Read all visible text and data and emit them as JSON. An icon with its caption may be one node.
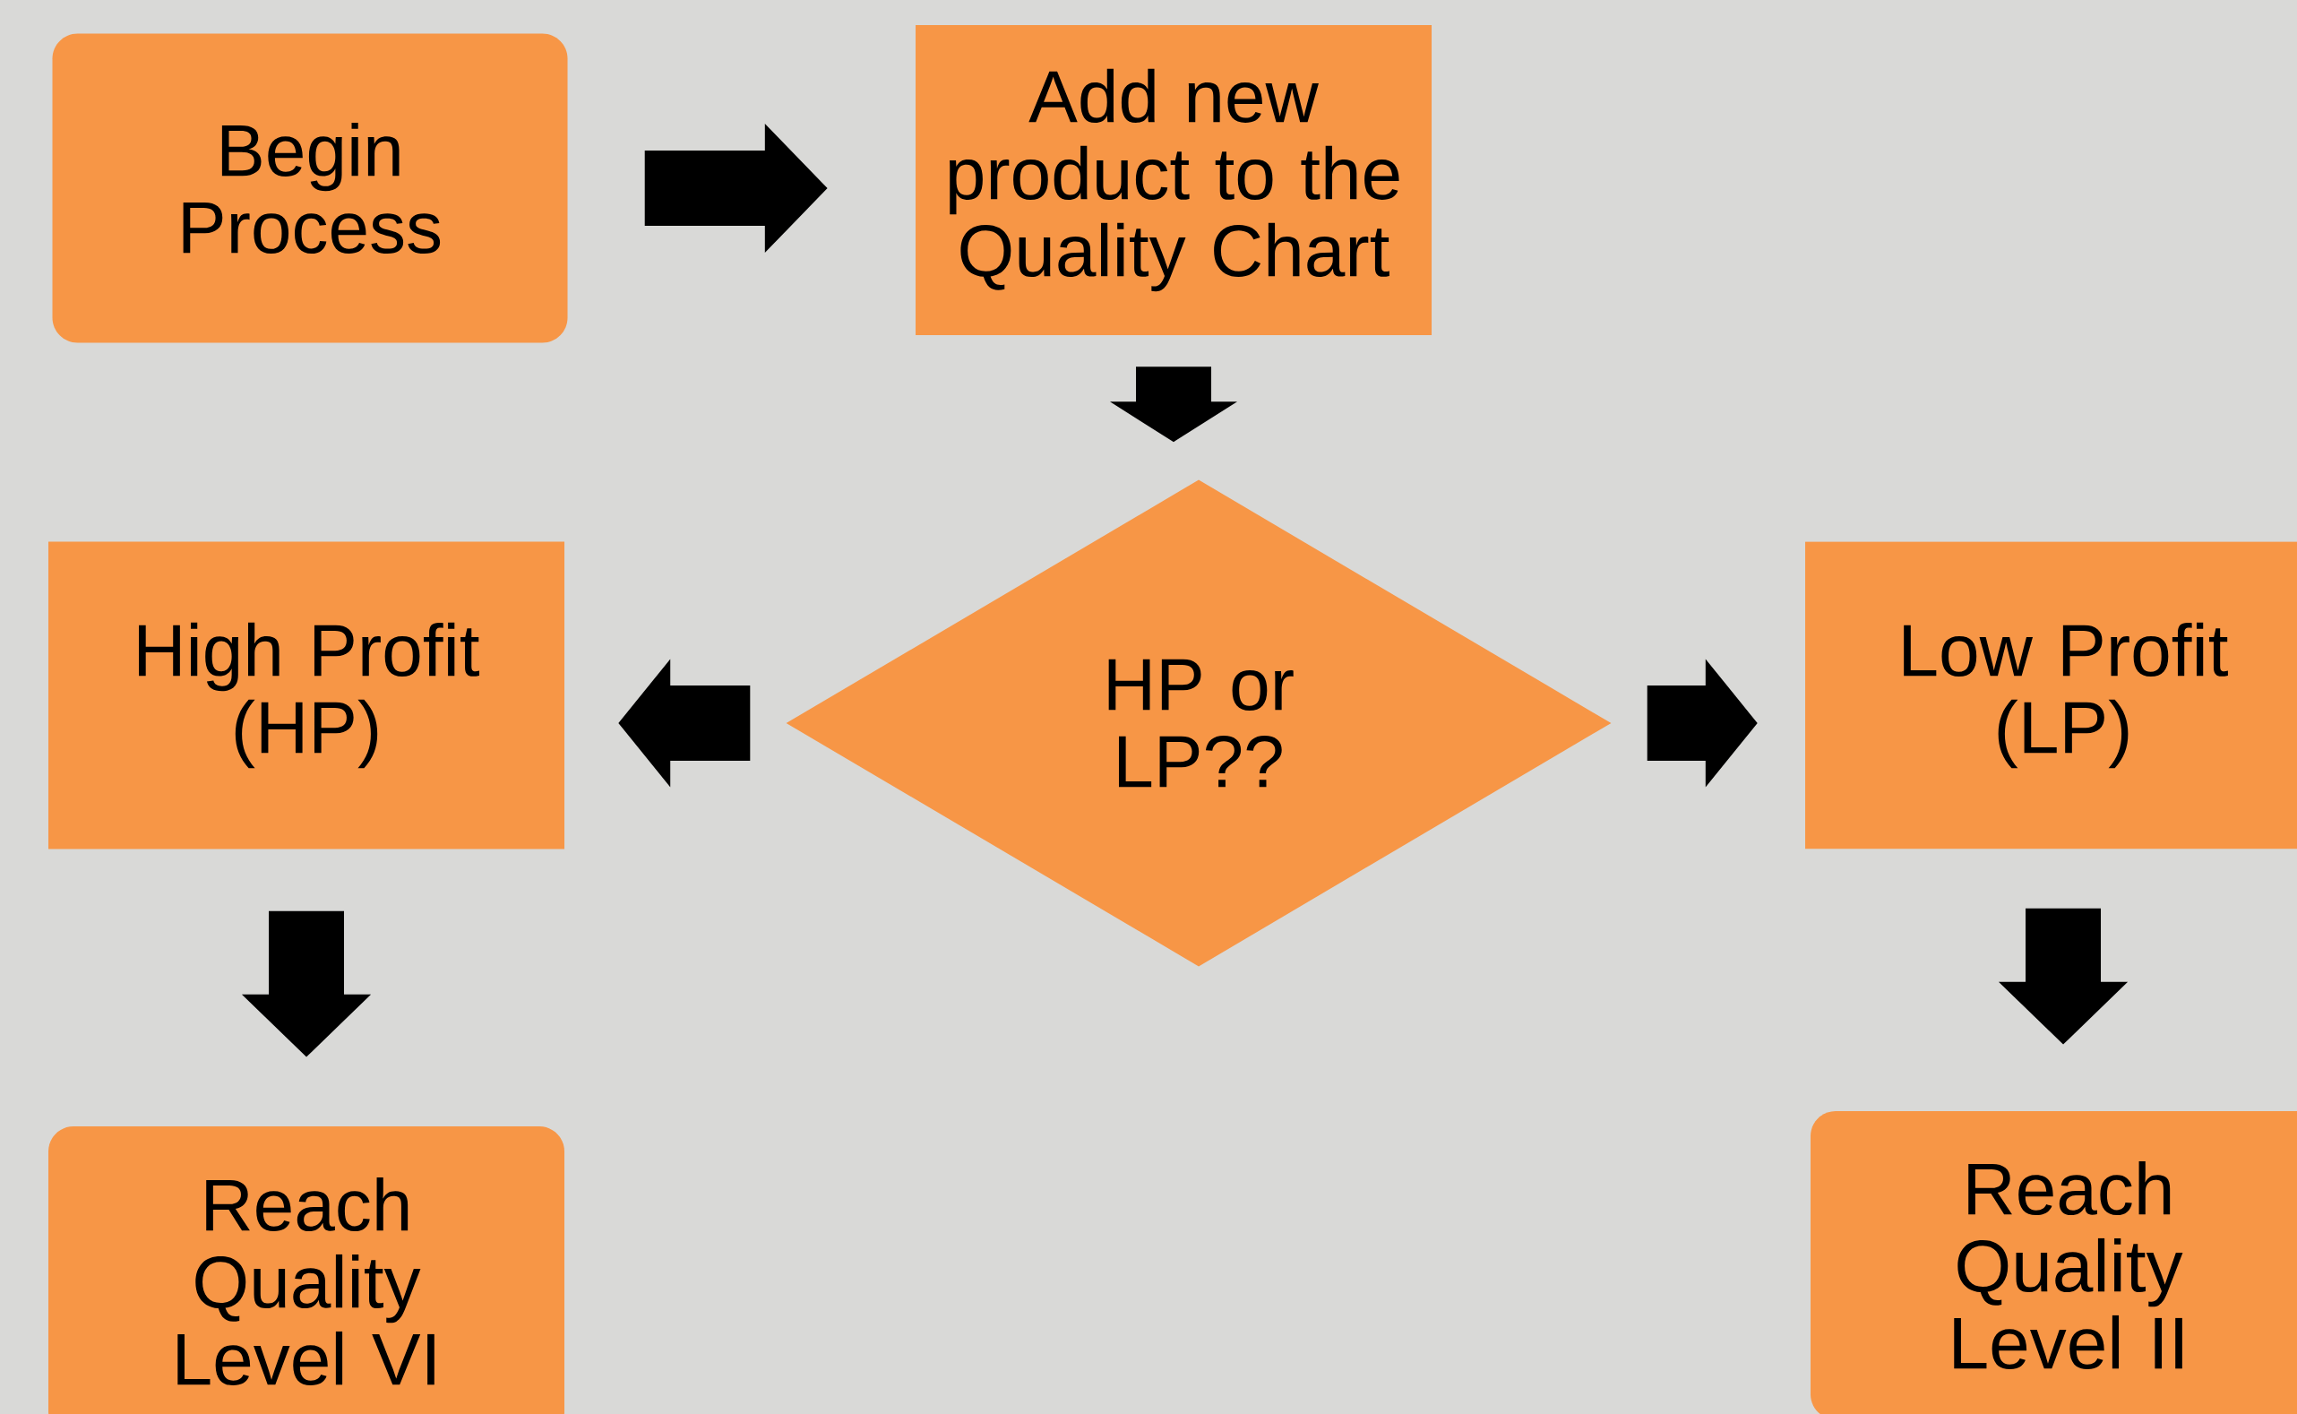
{
  "diagram": {
    "nodes": [
      {
        "text": [
          "Begin Process"
        ]
      },
      {
        "text": [
          "Add new product to the Quality Chart"
        ]
      },
      {
        "text": [
          "HP or LP??"
        ]
      },
      {
        "text": [
          "High Profit (HP)"
        ]
      },
      {
        "text": [
          "Low Profit (LP)"
        ]
      },
      {
        "text": [
          "Reach Quality Level VI"
        ]
      },
      {
        "text": [
          "Reach Quality Level II"
        ]
      }
    ],
    "edges": [
      {
        "from": 0,
        "to": 1,
        "arrow": "to"
      },
      {
        "from": 1,
        "to": 2,
        "arrow": "to"
      },
      {
        "from": 2,
        "to": 3,
        "arrow": "to"
      },
      {
        "from": 2,
        "to": 4,
        "arrow": "to"
      },
      {
        "from": 3,
        "to": 5,
        "arrow": "to"
      },
      {
        "from": 4,
        "to": 6,
        "arrow": "to"
      }
    ]
  }
}
